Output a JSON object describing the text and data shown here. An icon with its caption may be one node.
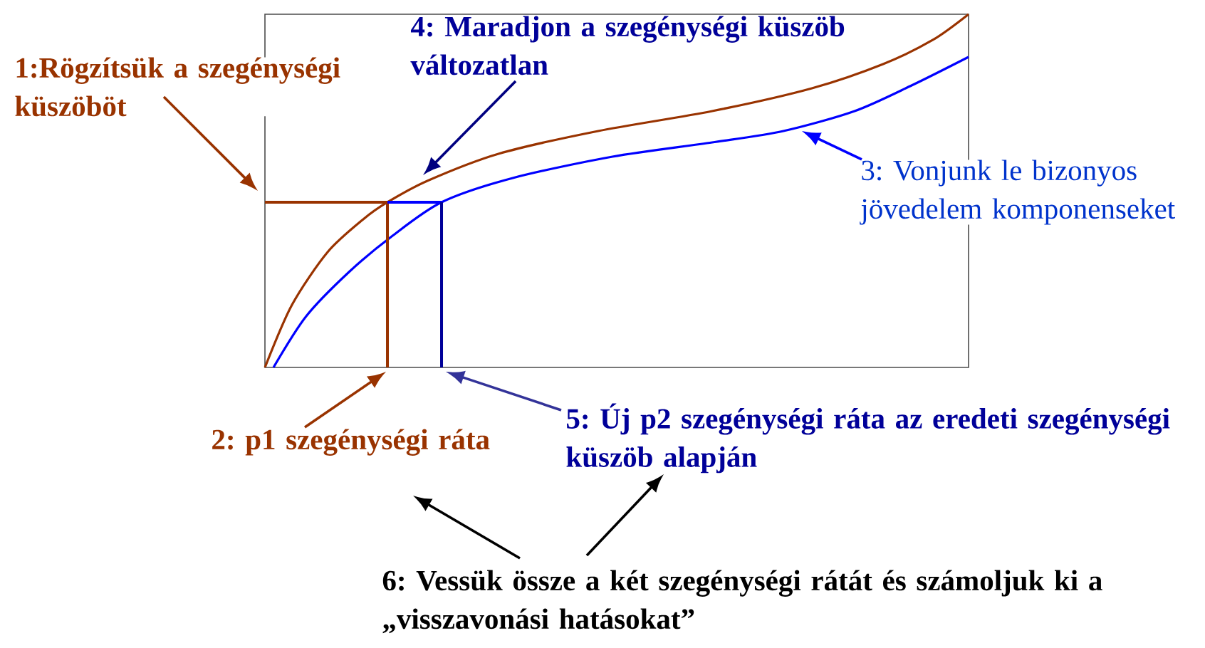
{
  "diagram": {
    "nodes": [
      {
        "text": [
          "1:Rögzítsük a szegénységi küszöböt"
        ]
      },
      {
        "text": [
          "4: Maradjon a szegénységi küszöb változatlan"
        ]
      },
      {
        "text": [
          "3: Vonjunk le bizonyos jövedelem komponenseket"
        ]
      },
      {
        "text": [
          "2: p1 szegénységi ráta"
        ]
      },
      {
        "text": [
          "5: Új p2 szegénységi ráta az eredeti szegénységi küszöb alapján"
        ]
      },
      {
        "text": [
          "6: Vessük össze a két szegénységi rátát és számoljuk ki a „visszavonási hatásokat”"
        ]
      }
    ],
    "edges": [
      {
        "from": 0,
        "to": null,
        "arrow": "to",
        "color": "#993300"
      },
      {
        "from": 1,
        "to": null,
        "arrow": "to",
        "color": "#000080"
      },
      {
        "from": 2,
        "to": null,
        "arrow": "to",
        "color": "#0000ff"
      },
      {
        "from": 3,
        "to": null,
        "arrow": "to",
        "color": "#993300"
      },
      {
        "from": 4,
        "to": null,
        "arrow": "to",
        "color": "#333399"
      },
      {
        "from": 5,
        "to": 3,
        "arrow": "to",
        "color": "#000000"
      },
      {
        "from": 5,
        "to": 4,
        "arrow": "to",
        "color": "#000000"
      }
    ]
  }
}
